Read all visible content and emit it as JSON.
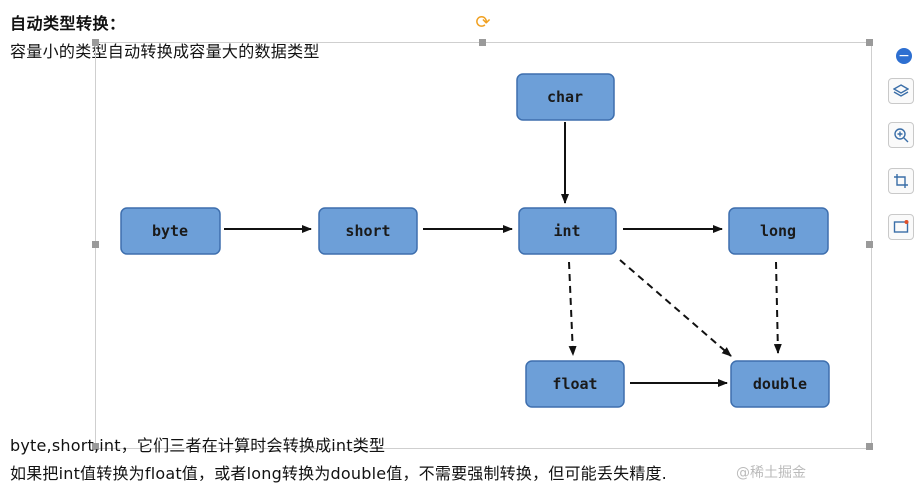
{
  "heading": "自动类型转换：",
  "subheading": "容量小的类型自动转换成容量大的数据类型",
  "notes": {
    "line1": "byte,short,int，它们三者在计算时会转换成int类型",
    "line2": "如果把int值转换为float值，或者long转换为double值，不需要强制转换，但可能丢失精度."
  },
  "watermark": "@稀土掘金",
  "diagram": {
    "nodes": {
      "char": "char",
      "byte": "byte",
      "short": "short",
      "int": "int",
      "long": "long",
      "float": "float",
      "double": "double"
    },
    "edges": [
      {
        "from": "char",
        "to": "int",
        "style": "solid"
      },
      {
        "from": "byte",
        "to": "short",
        "style": "solid"
      },
      {
        "from": "short",
        "to": "int",
        "style": "solid"
      },
      {
        "from": "int",
        "to": "long",
        "style": "solid"
      },
      {
        "from": "float",
        "to": "double",
        "style": "solid"
      },
      {
        "from": "int",
        "to": "float",
        "style": "dashed"
      },
      {
        "from": "int",
        "to": "double",
        "style": "dashed"
      },
      {
        "from": "long",
        "to": "double",
        "style": "dashed"
      }
    ],
    "colors": {
      "node_fill": "#6d9fd8",
      "node_border": "#3e6fae"
    }
  },
  "toolbar": {
    "icons": [
      "collapse-icon",
      "layers-icon",
      "zoom-in-icon",
      "crop-icon",
      "screen-icon"
    ]
  }
}
